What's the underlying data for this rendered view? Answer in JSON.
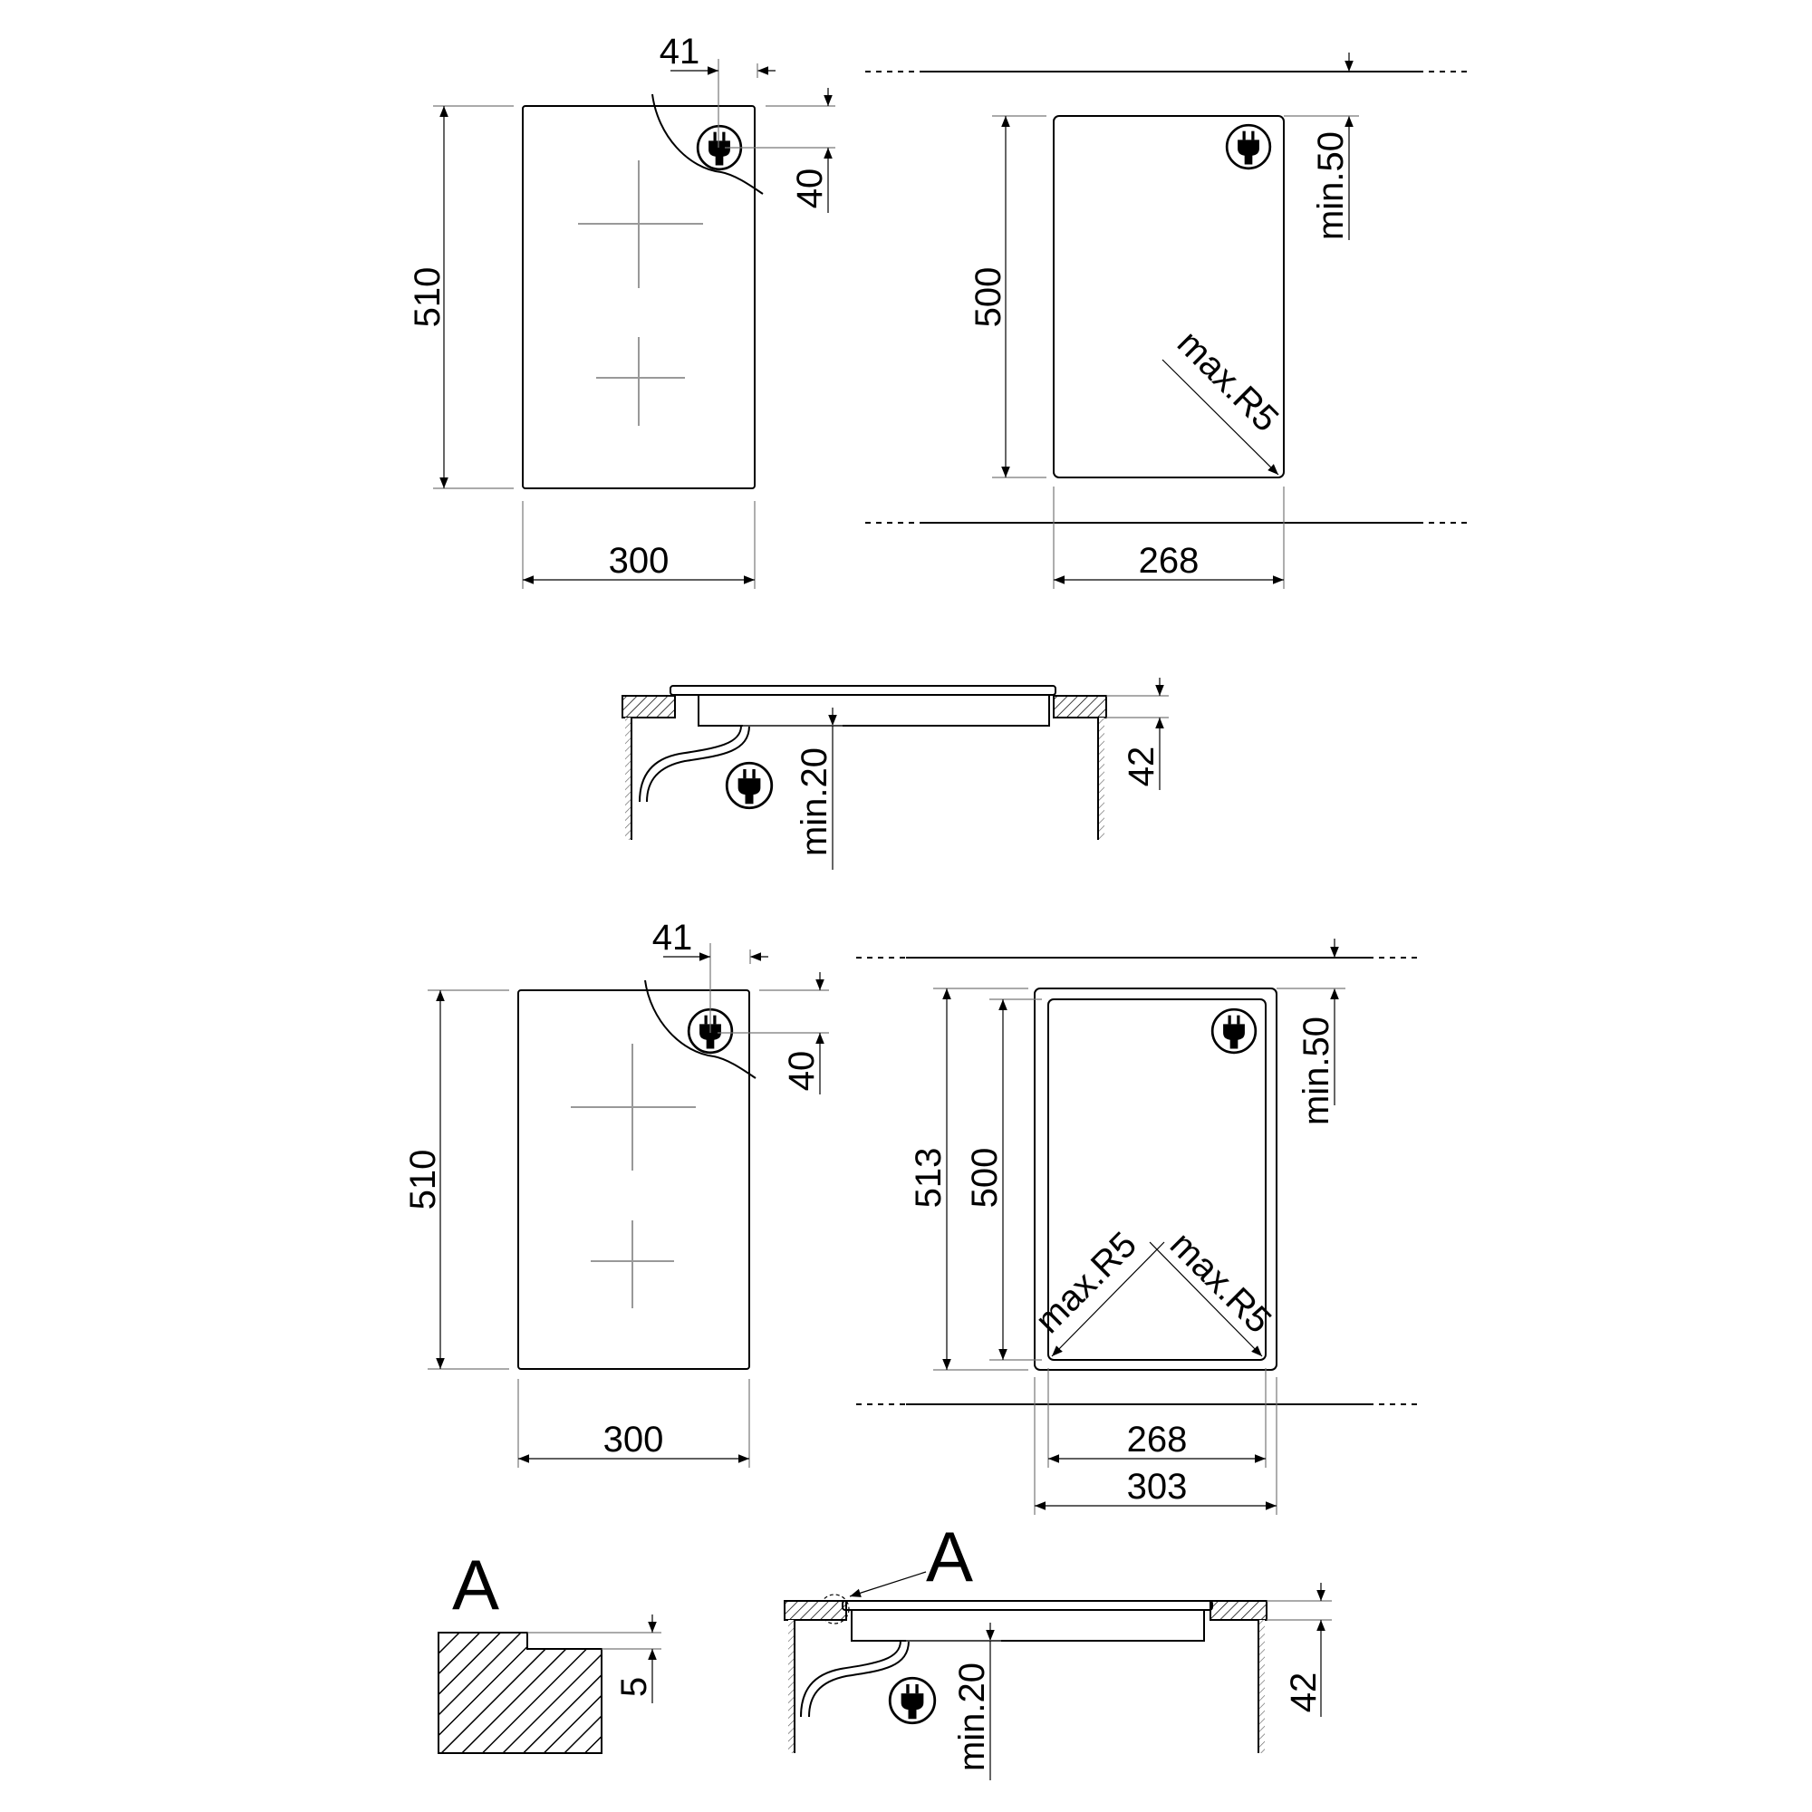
{
  "labels": {
    "hob1_cable_offset": "41",
    "hob1_cable_depth": "40",
    "hob1_height": "510",
    "hob1_width": "300",
    "cutout1_height": "500",
    "cutout1_width": "268",
    "cutout1_clearance": "min.50",
    "cutout1_radius": "max.R5",
    "section1_clearance": "min.20",
    "section1_depth": "42",
    "hob2_cable_offset": "41",
    "hob2_cable_depth": "40",
    "hob2_height": "510",
    "hob2_width": "300",
    "cutout2_outer_height": "513",
    "cutout2_inner_height": "500",
    "cutout2_inner_width": "268",
    "cutout2_outer_width": "303",
    "cutout2_clearance": "min.50",
    "cutout2_radius_left": "max.R5",
    "cutout2_radius_right": "max.R5",
    "detail_title": "A",
    "detail_step": "5",
    "section2_callout": "A",
    "section2_clearance": "min.20",
    "section2_depth": "42"
  },
  "icons": [
    "plug-icon"
  ],
  "colors": {
    "line": "#000000",
    "background": "#ffffff"
  }
}
